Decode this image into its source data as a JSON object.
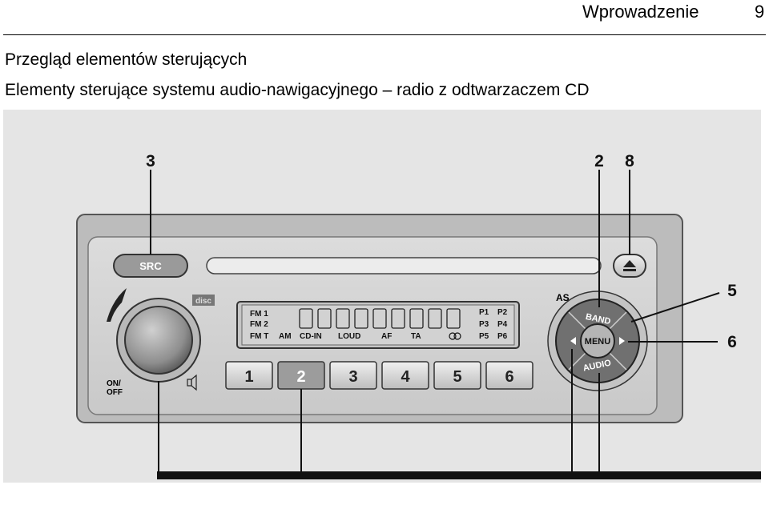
{
  "header": {
    "title": "Wprowadzenie",
    "page_number": "9"
  },
  "section": {
    "title": "Przegląd elementów sterujących",
    "subtitle": "Elementy sterujące systemu audio-nawigacyjnego – radio z odtwarzaczem CD"
  },
  "callouts": {
    "c3": "3",
    "c2": "2",
    "c8": "8",
    "c5": "5",
    "c6": "6"
  },
  "radio": {
    "src_label": "SRC",
    "on_off_line1": "ON/",
    "on_off_line2": "OFF",
    "disc_logo": "disc",
    "as_label": "AS",
    "band_label": "BAND",
    "menu_label": "MENU",
    "audio_label": "AUDIO",
    "display": {
      "fm1": "FM 1",
      "fm2": "FM 2",
      "fmt": "FM T",
      "am": "AM",
      "cdin": "CD-IN",
      "loud": "LOUD",
      "af": "AF",
      "ta": "TA",
      "p1": "P1",
      "p2": "P2",
      "p3": "P3",
      "p4": "P4",
      "p5": "P5",
      "p6": "P6"
    },
    "presets": [
      "1",
      "2",
      "3",
      "4",
      "5",
      "6"
    ]
  },
  "colors": {
    "panel_background": "#e5e5e5",
    "faceplate": "#d6d6d6",
    "dark": "#222222"
  }
}
